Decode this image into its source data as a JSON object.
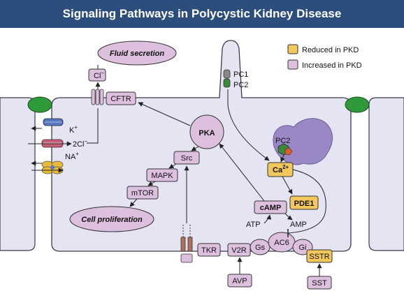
{
  "title": "Signaling Pathways in Polycystic Kidney Disease",
  "legend": {
    "reduced": {
      "label": "Reduced in PKD",
      "color": "#f2c75c"
    },
    "increased": {
      "label": "Increased in PKD",
      "color": "#dcc0de"
    }
  },
  "colors": {
    "cell": "#e4e4f2",
    "cell_outline": "#3a3a4a",
    "tight_junction": "#2e9a3a",
    "pc2_er": "#9a87c5",
    "pkd_reduced": "#f2c75c",
    "pkd_increased": "#dcc0de"
  },
  "labels": {
    "fluid_secretion": "Fluid secretion",
    "cell_proliferation": "Cell proliferation",
    "cl_ion": "Cl",
    "cl_sup": "−",
    "cftr": "CFTR",
    "k_ion": "K",
    "k_sup": "+",
    "cl2_ion": "2Cl",
    "cl2_sup": "−",
    "na_ion": "NA",
    "na_sup": "+",
    "pka": "PKA",
    "src": "Src",
    "mapk": "MAPK",
    "mtor": "mTOR",
    "pc1": "PC1",
    "pc2_top": "PC2",
    "pc2": "PC2",
    "ca": "Ca",
    "ca_sup": "2+",
    "pde1": "PDE1",
    "camp": "cAMP",
    "atp": "ATP",
    "amp": "AMP",
    "ac6": "AC6",
    "gs": "Gs",
    "gi": "Gi",
    "tkr": "TKR",
    "v2r": "V2R",
    "sstr": "SSTR",
    "avp": "AVP",
    "sst": "SST"
  }
}
